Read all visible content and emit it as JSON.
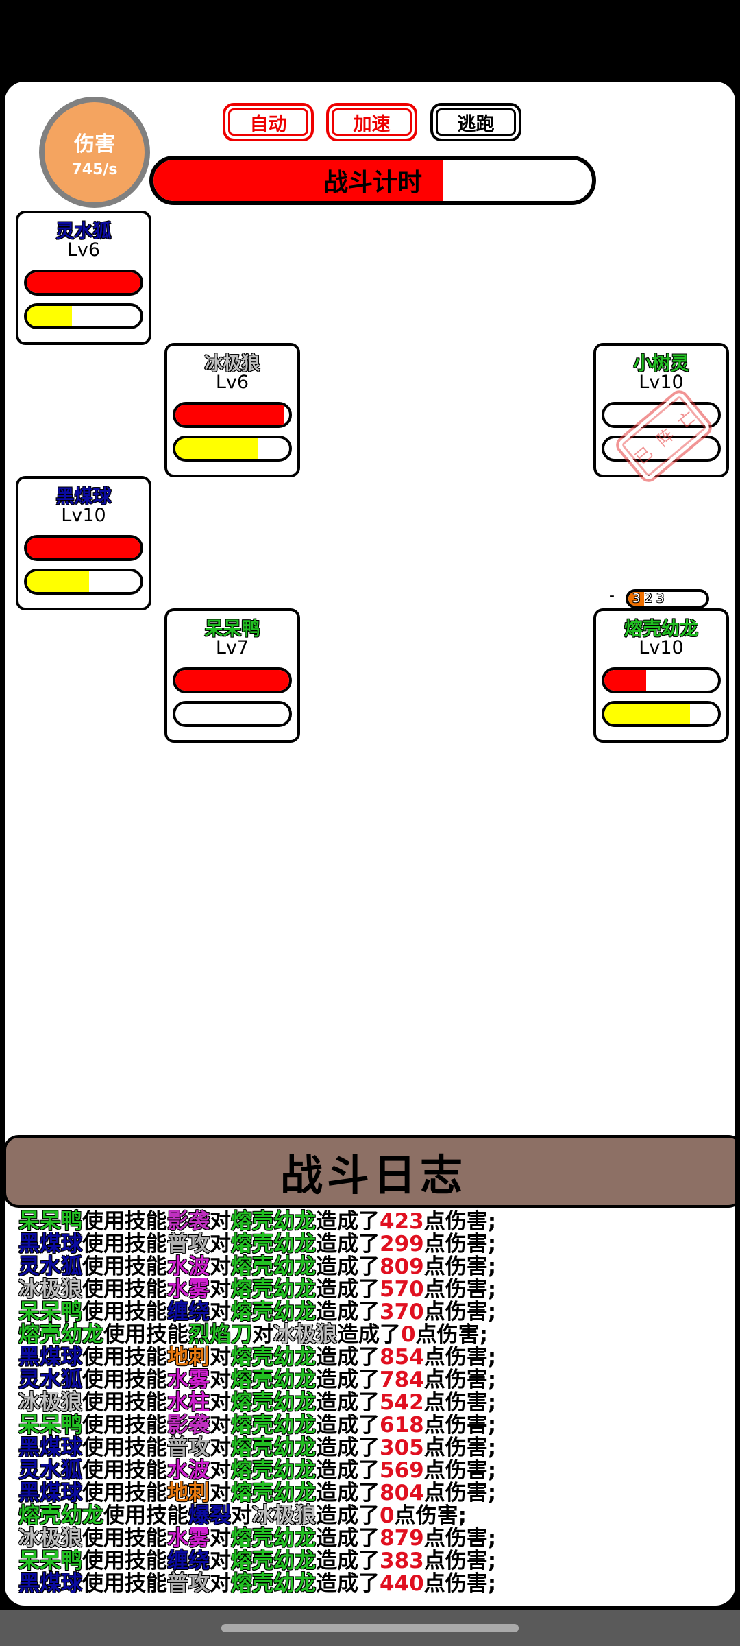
{
  "buttons": {
    "auto": "自动",
    "speed": "加速",
    "flee": "逃跑"
  },
  "damage": {
    "label": "伤害",
    "value": "745/s"
  },
  "timer": {
    "label": "战斗计时",
    "progress": 0.66
  },
  "units": [
    {
      "name": "灵水狐",
      "level": "Lv6",
      "name_color": "#0a0aa0",
      "hp": 1.0,
      "mp": 0.4
    },
    {
      "name": "冰极狼",
      "level": "Lv6",
      "name_color": "#c0c0c0",
      "hp": 0.95,
      "mp": 0.72
    },
    {
      "name": "黑煤球",
      "level": "Lv10",
      "name_color": "#0a0aa0",
      "hp": 1.0,
      "mp": 0.55
    },
    {
      "name": "呆呆鸭",
      "level": "Lv7",
      "name_color": "#22c022",
      "hp": 1.0,
      "mp": 0.0
    },
    {
      "name": "小树灵",
      "level": "Lv10",
      "name_color": "#22c022",
      "hp": 0.0,
      "mp": 0.0,
      "stamp": "已阵亡"
    },
    {
      "name": "熔壳幼龙",
      "level": "Lv10",
      "name_color": "#22c022",
      "hp": 0.37,
      "mp": 0.75
    }
  ],
  "mini_bar": {
    "prefix": "-",
    "text": "323",
    "progress": 0.2
  },
  "log": {
    "title": "战斗日志",
    "colors": {
      "name_green": "#22c022",
      "name_blue": "#0a0aa0",
      "name_gray": "#c0c0c0",
      "skill_purple": "#c030c0",
      "skill_gray": "#b0b0b0",
      "skill_orange": "#e87a10",
      "skill_blue": "#0a0aa0",
      "skill_green": "#22c022",
      "damage_red": "#e01020"
    },
    "lines": [
      [
        [
          "呆呆鸭",
          "#22c022"
        ],
        [
          "使用技能",
          ""
        ],
        [
          "影袭",
          "#c030c0"
        ],
        [
          "对",
          ""
        ],
        [
          "熔壳幼龙",
          "#22c022"
        ],
        [
          "造成了",
          ""
        ],
        [
          "423",
          "num"
        ],
        [
          "点伤害;",
          ""
        ]
      ],
      [
        [
          "黑煤球",
          "#0a0aa0"
        ],
        [
          "使用技能",
          ""
        ],
        [
          "普攻",
          "#b0b0b0"
        ],
        [
          "对",
          ""
        ],
        [
          "熔壳幼龙",
          "#22c022"
        ],
        [
          "造成了",
          ""
        ],
        [
          "299",
          "num"
        ],
        [
          "点伤害;",
          ""
        ]
      ],
      [
        [
          "灵水狐",
          "#0a0aa0"
        ],
        [
          "使用技能",
          ""
        ],
        [
          "水波",
          "#d020d0"
        ],
        [
          "对",
          ""
        ],
        [
          "熔壳幼龙",
          "#22c022"
        ],
        [
          "造成了",
          ""
        ],
        [
          "809",
          "num"
        ],
        [
          "点伤害;",
          ""
        ]
      ],
      [
        [
          "冰极狼",
          "#c0c0c0"
        ],
        [
          "使用技能",
          ""
        ],
        [
          "水雾",
          "#d020d0"
        ],
        [
          "对",
          ""
        ],
        [
          "熔壳幼龙",
          "#22c022"
        ],
        [
          "造成了",
          ""
        ],
        [
          "570",
          "num"
        ],
        [
          "点伤害;",
          ""
        ]
      ],
      [
        [
          "呆呆鸭",
          "#22c022"
        ],
        [
          "使用技能",
          ""
        ],
        [
          "缠绕",
          "#0a0aa0"
        ],
        [
          "对",
          ""
        ],
        [
          "熔壳幼龙",
          "#22c022"
        ],
        [
          "造成了",
          ""
        ],
        [
          "370",
          "num"
        ],
        [
          "点伤害;",
          ""
        ]
      ],
      [
        [
          "熔壳幼龙",
          "#22c022"
        ],
        [
          "使用技能",
          ""
        ],
        [
          "烈焰刀",
          "#22c022"
        ],
        [
          "对",
          ""
        ],
        [
          "冰极狼",
          "#c0c0c0"
        ],
        [
          "造成了",
          ""
        ],
        [
          "0",
          "num"
        ],
        [
          "点伤害;",
          ""
        ]
      ],
      [
        [
          "黑煤球",
          "#0a0aa0"
        ],
        [
          "使用技能",
          ""
        ],
        [
          "地刺",
          "#e87a10"
        ],
        [
          "对",
          ""
        ],
        [
          "熔壳幼龙",
          "#22c022"
        ],
        [
          "造成了",
          ""
        ],
        [
          "854",
          "num"
        ],
        [
          "点伤害;",
          ""
        ]
      ],
      [
        [
          "灵水狐",
          "#0a0aa0"
        ],
        [
          "使用技能",
          ""
        ],
        [
          "水雾",
          "#d020d0"
        ],
        [
          "对",
          ""
        ],
        [
          "熔壳幼龙",
          "#22c022"
        ],
        [
          "造成了",
          ""
        ],
        [
          "784",
          "num"
        ],
        [
          "点伤害;",
          ""
        ]
      ],
      [
        [
          "冰极狼",
          "#c0c0c0"
        ],
        [
          "使用技能",
          ""
        ],
        [
          "水柱",
          "#d020d0"
        ],
        [
          "对",
          ""
        ],
        [
          "熔壳幼龙",
          "#22c022"
        ],
        [
          "造成了",
          ""
        ],
        [
          "542",
          "num"
        ],
        [
          "点伤害;",
          ""
        ]
      ],
      [
        [
          "呆呆鸭",
          "#22c022"
        ],
        [
          "使用技能",
          ""
        ],
        [
          "影袭",
          "#c030c0"
        ],
        [
          "对",
          ""
        ],
        [
          "熔壳幼龙",
          "#22c022"
        ],
        [
          "造成了",
          ""
        ],
        [
          "618",
          "num"
        ],
        [
          "点伤害;",
          ""
        ]
      ],
      [
        [
          "黑煤球",
          "#0a0aa0"
        ],
        [
          "使用技能",
          ""
        ],
        [
          "普攻",
          "#b0b0b0"
        ],
        [
          "对",
          ""
        ],
        [
          "熔壳幼龙",
          "#22c022"
        ],
        [
          "造成了",
          ""
        ],
        [
          "305",
          "num"
        ],
        [
          "点伤害;",
          ""
        ]
      ],
      [
        [
          "灵水狐",
          "#0a0aa0"
        ],
        [
          "使用技能",
          ""
        ],
        [
          "水波",
          "#d020d0"
        ],
        [
          "对",
          ""
        ],
        [
          "熔壳幼龙",
          "#22c022"
        ],
        [
          "造成了",
          ""
        ],
        [
          "569",
          "num"
        ],
        [
          "点伤害;",
          ""
        ]
      ],
      [
        [
          "黑煤球",
          "#0a0aa0"
        ],
        [
          "使用技能",
          ""
        ],
        [
          "地刺",
          "#e87a10"
        ],
        [
          "对",
          ""
        ],
        [
          "熔壳幼龙",
          "#22c022"
        ],
        [
          "造成了",
          ""
        ],
        [
          "804",
          "num"
        ],
        [
          "点伤害;",
          ""
        ]
      ],
      [
        [
          "熔壳幼龙",
          "#22c022"
        ],
        [
          "使用技能",
          ""
        ],
        [
          "爆裂",
          "#0a0aa0"
        ],
        [
          "对",
          ""
        ],
        [
          "冰极狼",
          "#c0c0c0"
        ],
        [
          "造成了",
          ""
        ],
        [
          "0",
          "num"
        ],
        [
          "点伤害;",
          ""
        ]
      ],
      [
        [
          "冰极狼",
          "#c0c0c0"
        ],
        [
          "使用技能",
          ""
        ],
        [
          "水雾",
          "#d020d0"
        ],
        [
          "对",
          ""
        ],
        [
          "熔壳幼龙",
          "#22c022"
        ],
        [
          "造成了",
          ""
        ],
        [
          "879",
          "num"
        ],
        [
          "点伤害;",
          ""
        ]
      ],
      [
        [
          "呆呆鸭",
          "#22c022"
        ],
        [
          "使用技能",
          ""
        ],
        [
          "缠绕",
          "#0a0aa0"
        ],
        [
          "对",
          ""
        ],
        [
          "熔壳幼龙",
          "#22c022"
        ],
        [
          "造成了",
          ""
        ],
        [
          "383",
          "num"
        ],
        [
          "点伤害;",
          ""
        ]
      ],
      [
        [
          "黑煤球",
          "#0a0aa0"
        ],
        [
          "使用技能",
          ""
        ],
        [
          "普攻",
          "#b0b0b0"
        ],
        [
          "对",
          ""
        ],
        [
          "熔壳幼龙",
          "#22c022"
        ],
        [
          "造成了",
          ""
        ],
        [
          "440",
          "num"
        ],
        [
          "点伤害;",
          ""
        ]
      ]
    ]
  }
}
